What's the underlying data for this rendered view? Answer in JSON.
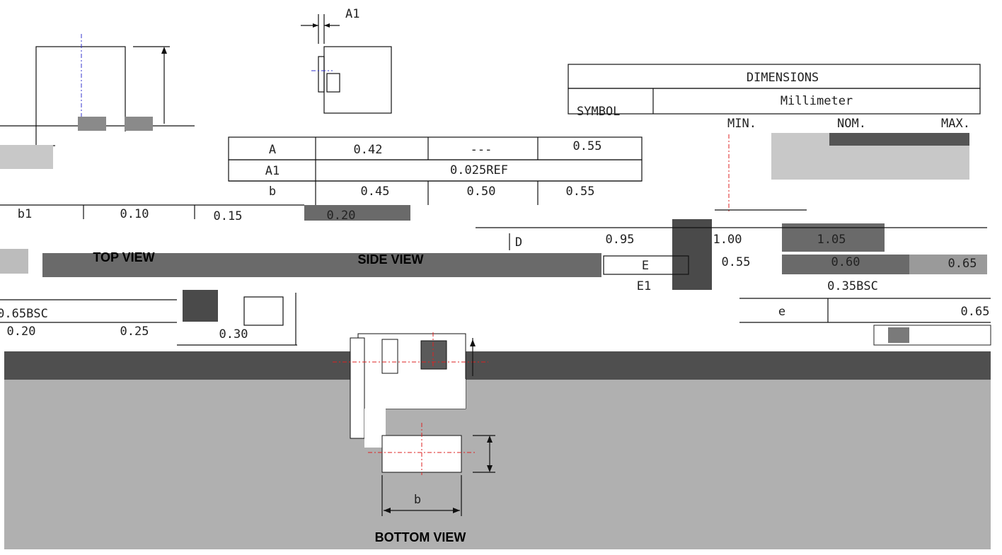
{
  "table_main": {
    "title": "DIMENSIONS",
    "unit": "Millimeter",
    "header": [
      "SYMBOL",
      "MIN.",
      "NOM.",
      "MAX."
    ]
  },
  "table_mid": {
    "rows": [
      {
        "sym": "A",
        "min": "0.42",
        "nom": "---",
        "max": "0.55"
      },
      {
        "sym": "A1",
        "span": "0.025REF"
      },
      {
        "sym": "b",
        "min": "0.45",
        "nom": "0.50",
        "max": "0.55"
      }
    ]
  },
  "table_right": {
    "rows": [
      {
        "sym": "D",
        "min": "0.95",
        "nom": "1.00",
        "max": "1.05"
      },
      {
        "sym": "E",
        "min": "0.55",
        "nom": "0.60",
        "max": "0.65"
      },
      {
        "sym": "E1",
        "span": "0.35BSC"
      },
      {
        "sym": "e",
        "max": "0.65"
      }
    ]
  },
  "table_left": {
    "rows": [
      {
        "sym": "b1",
        "min": "0.10",
        "nom": "0.15",
        "max": "0.20"
      },
      {
        "span": "0.65BSC"
      },
      {
        "min": "0.20",
        "nom": "0.25",
        "max": "0.30"
      }
    ]
  },
  "labels": {
    "top_view": "TOP VIEW",
    "side_view": "SIDE VIEW",
    "bottom_view": "BOTTOM VIEW",
    "dim_a1": "A1",
    "dim_b": "b"
  }
}
